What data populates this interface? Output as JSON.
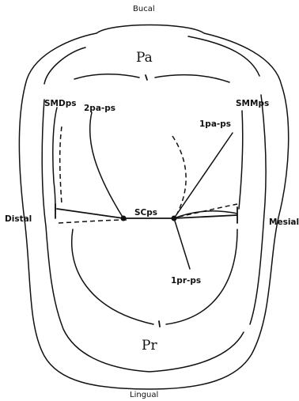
{
  "labels": {
    "bucal": "Bucal",
    "lingual": "Lingual",
    "distal": "Distal",
    "mesial": "Mesial",
    "pa": "Pa",
    "pr": "Pr",
    "smdps": "SMDps",
    "smmps": "SMMps",
    "two_pa_ps": "2pa-ps",
    "one_pa_ps": "1pa-ps",
    "scps": "SCps",
    "one_pr_ps": "1pr-ps"
  }
}
